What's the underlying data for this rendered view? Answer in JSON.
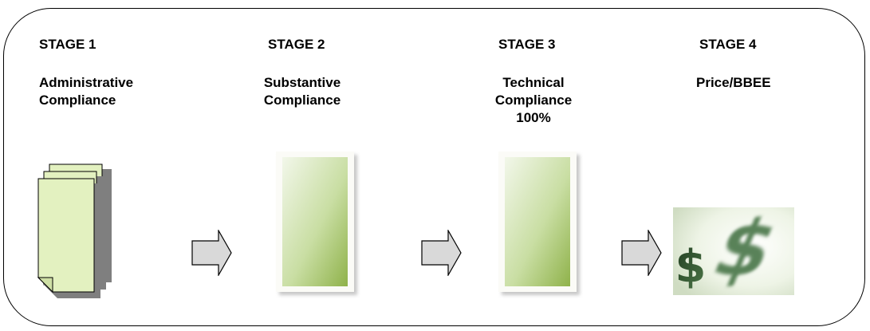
{
  "stages": [
    {
      "label": "STAGE 1",
      "description": "Administrative\nCompliance",
      "icon": "stacked-documents-icon"
    },
    {
      "label": "STAGE 2",
      "description": "Substantive\nCompliance",
      "icon": "green-document-icon"
    },
    {
      "label": "STAGE 3",
      "description": "Technical\nCompliance\n100%",
      "icon": "green-document-icon"
    },
    {
      "label": "STAGE 4",
      "description": "Price/BBEE",
      "icon": "dollar-sign-icon"
    }
  ],
  "connectors": [
    "right-arrow-icon",
    "right-arrow-icon",
    "right-arrow-icon"
  ],
  "colors": {
    "border": "#000000",
    "doc_fill": "#e3f1c0",
    "green_dark": "#8fb24a",
    "green_light": "#eef5e4",
    "arrow_fill": "#d9d9d9",
    "shadow": "#7f7f7f"
  }
}
